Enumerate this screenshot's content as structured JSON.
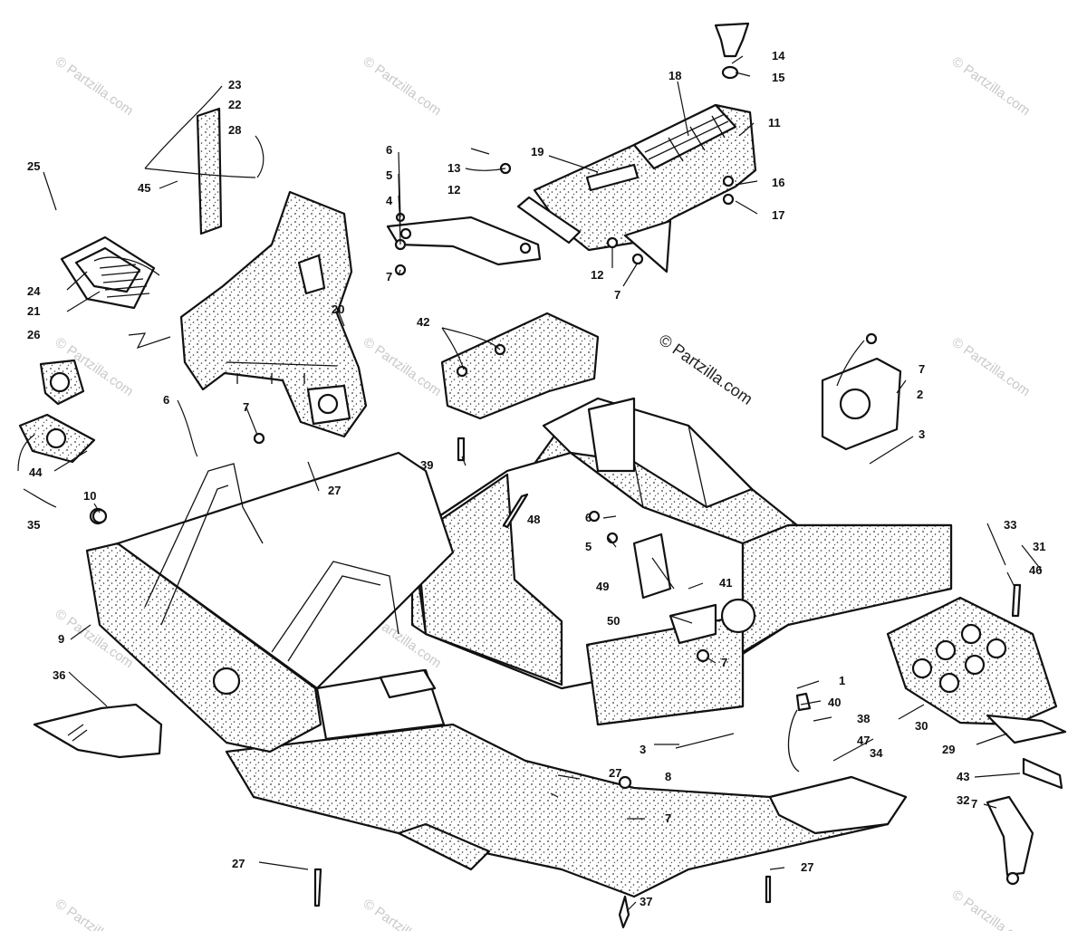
{
  "watermark": {
    "text": "© Partzilla.com",
    "repeat_text": "© Partzilla.com"
  },
  "callouts": [
    {
      "id": "c1",
      "label": "1"
    },
    {
      "id": "c2",
      "label": "2"
    },
    {
      "id": "c3a",
      "label": "3"
    },
    {
      "id": "c3b",
      "label": "3"
    },
    {
      "id": "c4",
      "label": "4"
    },
    {
      "id": "c5a",
      "label": "5"
    },
    {
      "id": "c5b",
      "label": "5"
    },
    {
      "id": "c6a",
      "label": "6"
    },
    {
      "id": "c6b",
      "label": "6"
    },
    {
      "id": "c6c",
      "label": "6"
    },
    {
      "id": "c7a",
      "label": "7"
    },
    {
      "id": "c7b",
      "label": "7"
    },
    {
      "id": "c7c",
      "label": "7"
    },
    {
      "id": "c7d",
      "label": "7"
    },
    {
      "id": "c7e",
      "label": "7"
    },
    {
      "id": "c7f",
      "label": "7"
    },
    {
      "id": "c7g",
      "label": "7"
    },
    {
      "id": "c8",
      "label": "8"
    },
    {
      "id": "c9",
      "label": "9"
    },
    {
      "id": "c10",
      "label": "10"
    },
    {
      "id": "c11",
      "label": "11"
    },
    {
      "id": "c12a",
      "label": "12"
    },
    {
      "id": "c12b",
      "label": "12"
    },
    {
      "id": "c13",
      "label": "13"
    },
    {
      "id": "c14",
      "label": "14"
    },
    {
      "id": "c15",
      "label": "15"
    },
    {
      "id": "c16",
      "label": "16"
    },
    {
      "id": "c17",
      "label": "17"
    },
    {
      "id": "c18",
      "label": "18"
    },
    {
      "id": "c19",
      "label": "19"
    },
    {
      "id": "c20",
      "label": "20"
    },
    {
      "id": "c21",
      "label": "21"
    },
    {
      "id": "c22",
      "label": "22"
    },
    {
      "id": "c23",
      "label": "23"
    },
    {
      "id": "c24",
      "label": "24"
    },
    {
      "id": "c25",
      "label": "25"
    },
    {
      "id": "c26",
      "label": "26"
    },
    {
      "id": "c27a",
      "label": "27"
    },
    {
      "id": "c27b",
      "label": "27"
    },
    {
      "id": "c27c",
      "label": "27"
    },
    {
      "id": "c27d",
      "label": "27"
    },
    {
      "id": "c28",
      "label": "28"
    },
    {
      "id": "c29",
      "label": "29"
    },
    {
      "id": "c30",
      "label": "30"
    },
    {
      "id": "c31",
      "label": "31"
    },
    {
      "id": "c32",
      "label": "32"
    },
    {
      "id": "c33",
      "label": "33"
    },
    {
      "id": "c34",
      "label": "34"
    },
    {
      "id": "c35",
      "label": "35"
    },
    {
      "id": "c36",
      "label": "36"
    },
    {
      "id": "c37",
      "label": "37"
    },
    {
      "id": "c38",
      "label": "38"
    },
    {
      "id": "c39",
      "label": "39"
    },
    {
      "id": "c40",
      "label": "40"
    },
    {
      "id": "c41",
      "label": "41"
    },
    {
      "id": "c42",
      "label": "42"
    },
    {
      "id": "c43",
      "label": "43"
    },
    {
      "id": "c44",
      "label": "44"
    },
    {
      "id": "c45",
      "label": "45"
    },
    {
      "id": "c46",
      "label": "46"
    },
    {
      "id": "c47",
      "label": "47"
    },
    {
      "id": "c48",
      "label": "48"
    },
    {
      "id": "c49",
      "label": "49"
    },
    {
      "id": "c50",
      "label": "50"
    }
  ]
}
